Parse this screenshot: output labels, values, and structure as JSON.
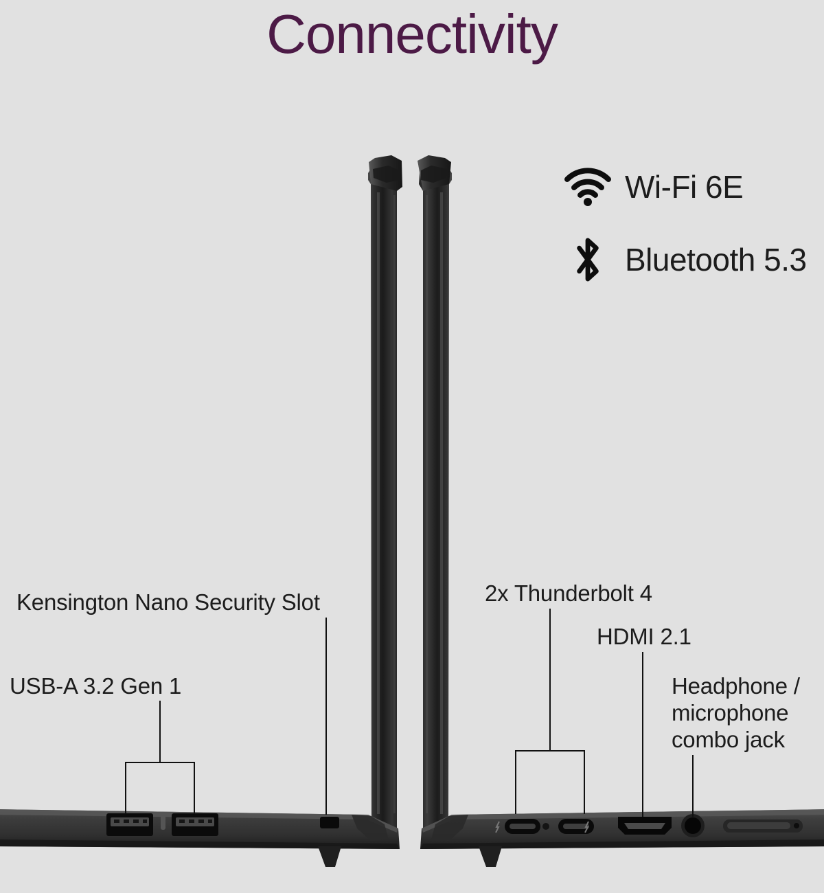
{
  "header": {
    "title": "Connectivity",
    "title_color": "#4c1a46"
  },
  "wireless": {
    "items": [
      {
        "icon": "wifi-icon",
        "label": "Wi-Fi 6E"
      },
      {
        "icon": "bluetooth-icon",
        "label": "Bluetooth 5.3"
      }
    ]
  },
  "left_side": {
    "callouts": [
      {
        "id": "kensington",
        "label": "Kensington Nano Security Slot"
      },
      {
        "id": "usb-a",
        "label": "USB-A 3.2 Gen 1"
      }
    ]
  },
  "right_side": {
    "callouts": [
      {
        "id": "thunderbolt",
        "label": "2x Thunderbolt 4"
      },
      {
        "id": "hdmi",
        "label": "HDMI 2.1"
      },
      {
        "id": "audio-jack",
        "label_line1": "Headphone /",
        "label_line2": "microphone",
        "label_line3": "combo jack"
      }
    ]
  },
  "colors": {
    "background": "#e1e1e1",
    "text": "#1c1c1c",
    "leader_line": "#111111",
    "laptop_body": "#3a3a3a",
    "laptop_body_dark": "#262626",
    "laptop_edge": "#151515",
    "port_cavity": "#0d0d0d"
  },
  "product": {
    "left_laptop": {
      "name": "laptop-left-profile",
      "ports": [
        "usb-a-port-1",
        "status-indicator",
        "usb-a-port-2",
        "kensington-lock-slot"
      ]
    },
    "right_laptop": {
      "name": "laptop-right-profile",
      "ports": [
        "thunderbolt-port-1",
        "led-indicator",
        "thunderbolt-port-2",
        "hdmi-port",
        "audio-jack-port",
        "vent-slot"
      ]
    }
  }
}
